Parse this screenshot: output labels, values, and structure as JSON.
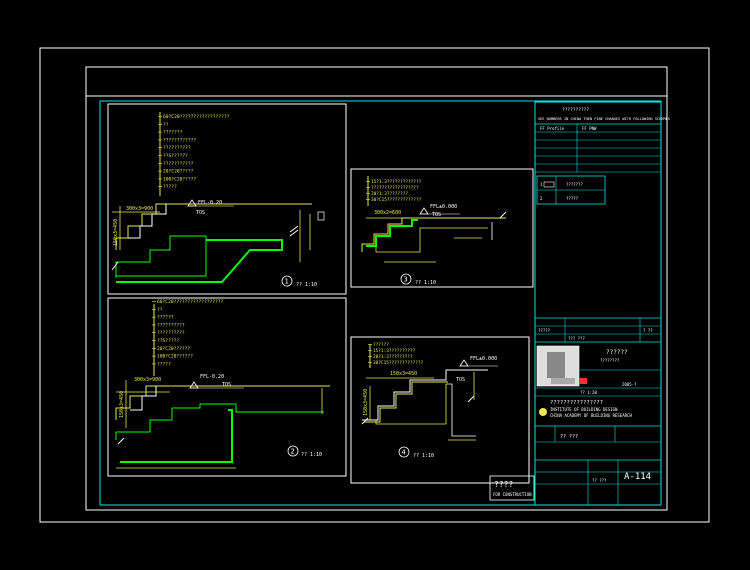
{
  "colors": {
    "background": "#000000",
    "frame": "#ffffff",
    "cyan": "#00e5e5",
    "yellow": "#e8e850",
    "green": "#00ff00",
    "white": "#ffffff",
    "red": "#ff3030"
  },
  "title_block": {
    "header_cn": "??????????",
    "header_en": "SEE NUMBERS IN CHINA THEN FINE CHANGES WITH FOLLOWING SCHEMES",
    "header_col1": "FF Profile",
    "header_col2": "FF PNW",
    "revision_row1_num": "1",
    "revision_row1_text": "???????",
    "revision_row2_num": "2",
    "revision_row2_text": "?????",
    "mid_label1": "?????",
    "mid_label2": "??? ???",
    "mid_label3": "? ??",
    "small_title": "??????",
    "small_sub": "????????",
    "date_label": "2005-?",
    "scale_text": "?? 1:20",
    "institute_cn": "????????????????",
    "institute_en1": "INSTITUTE OF BUILDING DESIGN",
    "institute_en2": "CHINA ACADEMY OF BUILDING RESEARCH",
    "project_label": "?? ???",
    "drawing_no": "A-114",
    "sheet_label": "?? ???",
    "stamp_cn": "????",
    "stamp_en": "FOR CONSTRUCTION"
  },
  "details": [
    {
      "num": "1",
      "title": "?? 1:10"
    },
    {
      "num": "2",
      "title": "?? 1:10"
    },
    {
      "num": "3",
      "title": "?? 1:10"
    },
    {
      "num": "4",
      "title": "?? 1:10"
    }
  ],
  "labels": {
    "d1_notes": [
      "60?C20??????????????????",
      "??",
      "???????",
      "????????????",
      "??????????",
      "??S??????",
      "???????????",
      "20?C20?????",
      "100?C20?????",
      "?????"
    ],
    "d1_level": "FFL-0.20",
    "d1_dim": "300x3=900",
    "d1_side": "150x3=450",
    "d1_ref": "TOS",
    "d2_notes": [
      "60?C20??????????????????",
      "??",
      "??????",
      "??????????",
      "??????????",
      "??S?????",
      "20?C20??????",
      "100?C20??????",
      "?????"
    ],
    "d2_level": "FFL-0.20",
    "d2_dim": "300x3=900",
    "d2_side": "150x3=450",
    "d2_ref": "TOS",
    "d3_notes": [
      "15?1:3?????????????",
      "??????????????????",
      "20?1:3????????",
      "30?C15?????????????"
    ],
    "d3_level": "FFL±0.000",
    "d3_dim": "300x2=600",
    "d3_ref": "TOS",
    "d4_notes": [
      "??????",
      "15?1:3??????????",
      "20?1:3?????????",
      "30?C15?????????????"
    ],
    "d4_level": "FFL±0.000",
    "d4_dim": "150x3=450",
    "d4_side": "150x3=450",
    "d4_ref": "TOS"
  }
}
